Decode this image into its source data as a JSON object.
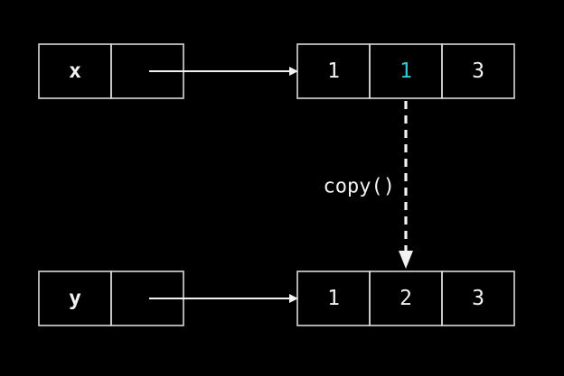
{
  "variables": [
    {
      "name": "x",
      "list": [
        "1",
        "1",
        "3"
      ],
      "highlight_index": 1
    },
    {
      "name": "y",
      "list": [
        "1",
        "2",
        "3"
      ],
      "highlight_index": null
    }
  ],
  "operation": "copy()",
  "colors": {
    "background": "#000000",
    "text": "#f2f2f2",
    "border": "#d9d9d9",
    "highlight": "#38c6d4"
  }
}
